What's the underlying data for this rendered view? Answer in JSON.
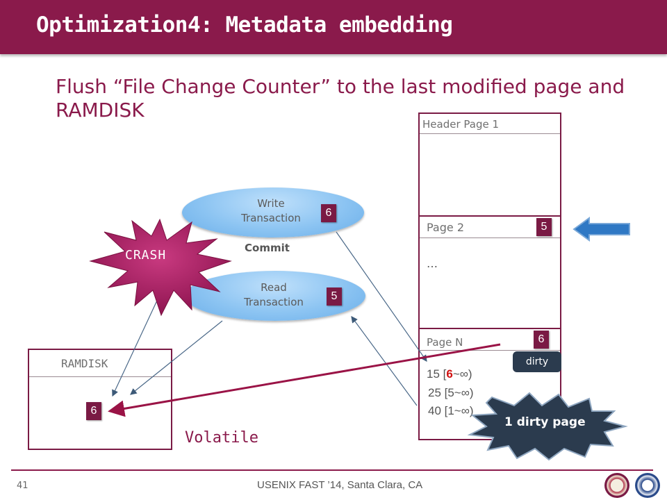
{
  "slide": {
    "title": "Optimization4: Metadata embedding",
    "subtitle": "Flush “File Change Counter” to the last modified page and RAMDISK"
  },
  "file": {
    "header_label": "Header Page 1",
    "page2_label": "Page 2",
    "page2_counter": "5",
    "ellipsis": "…",
    "pageN_label": "Page N",
    "pageN_counter": "6",
    "dirty_label": "dirty",
    "tuples": [
      {
        "prefix": "15 [",
        "highlight": "6",
        "suffix": "~∞)"
      },
      {
        "text": "25 [5~∞)"
      },
      {
        "text": "40 [1~∞)"
      }
    ]
  },
  "transactions": {
    "write_label_1": "Write",
    "write_label_2": "Transaction",
    "write_counter": "6",
    "commit_label": "Commit",
    "read_label_1": "Read",
    "read_label_2": "Transaction",
    "read_counter": "5"
  },
  "crash_label": "CRASH",
  "ramdisk": {
    "label": "RAMDISK",
    "counter": "6",
    "volatile_label": "Volatile"
  },
  "callout": "1 dirty page",
  "footer": {
    "page_number": "41",
    "text": "USENIX FAST ’14, Santa Clara, CA"
  },
  "colors": {
    "accent": "#8a1a4b",
    "badge": "#7a1a44",
    "ellipse": "#8cc4f2",
    "arrow_blue": "#2f78c4",
    "callout": "#2b3b4e",
    "crash": "#a0185a"
  },
  "icons": {
    "crash": "starburst-icon",
    "pointer": "blue-arrow-left-icon",
    "logos": [
      "university-seal-icon",
      "institution-seal-icon"
    ]
  }
}
